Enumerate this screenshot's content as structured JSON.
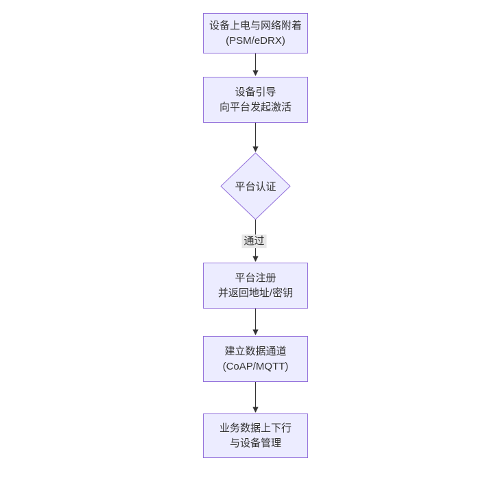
{
  "diagram": {
    "type": "flowchart",
    "direction": "top-down",
    "nodes": [
      {
        "id": "A",
        "shape": "rect",
        "lines": [
          "设备上电与网络附着",
          "(PSM/eDRX)"
        ]
      },
      {
        "id": "B",
        "shape": "rect",
        "lines": [
          "设备引导",
          "向平台发起激活"
        ]
      },
      {
        "id": "C",
        "shape": "diamond",
        "lines": [
          "平台认证"
        ]
      },
      {
        "id": "D",
        "shape": "rect",
        "lines": [
          "平台注册",
          "并返回地址/密钥"
        ]
      },
      {
        "id": "E",
        "shape": "rect",
        "lines": [
          "建立数据通道",
          "(CoAP/MQTT)"
        ]
      },
      {
        "id": "F",
        "shape": "rect",
        "lines": [
          "业务数据上下行",
          "与设备管理"
        ]
      }
    ],
    "edges": [
      {
        "from": "A",
        "to": "B",
        "label": ""
      },
      {
        "from": "B",
        "to": "C",
        "label": ""
      },
      {
        "from": "C",
        "to": "D",
        "label": "通过"
      },
      {
        "from": "D",
        "to": "E",
        "label": ""
      },
      {
        "from": "E",
        "to": "F",
        "label": ""
      }
    ],
    "colors": {
      "node_fill": "#ECECFF",
      "node_border": "#9370DB",
      "edge_color": "#333333",
      "text_color": "#333333",
      "label_bg": "#e8e8e8"
    }
  }
}
